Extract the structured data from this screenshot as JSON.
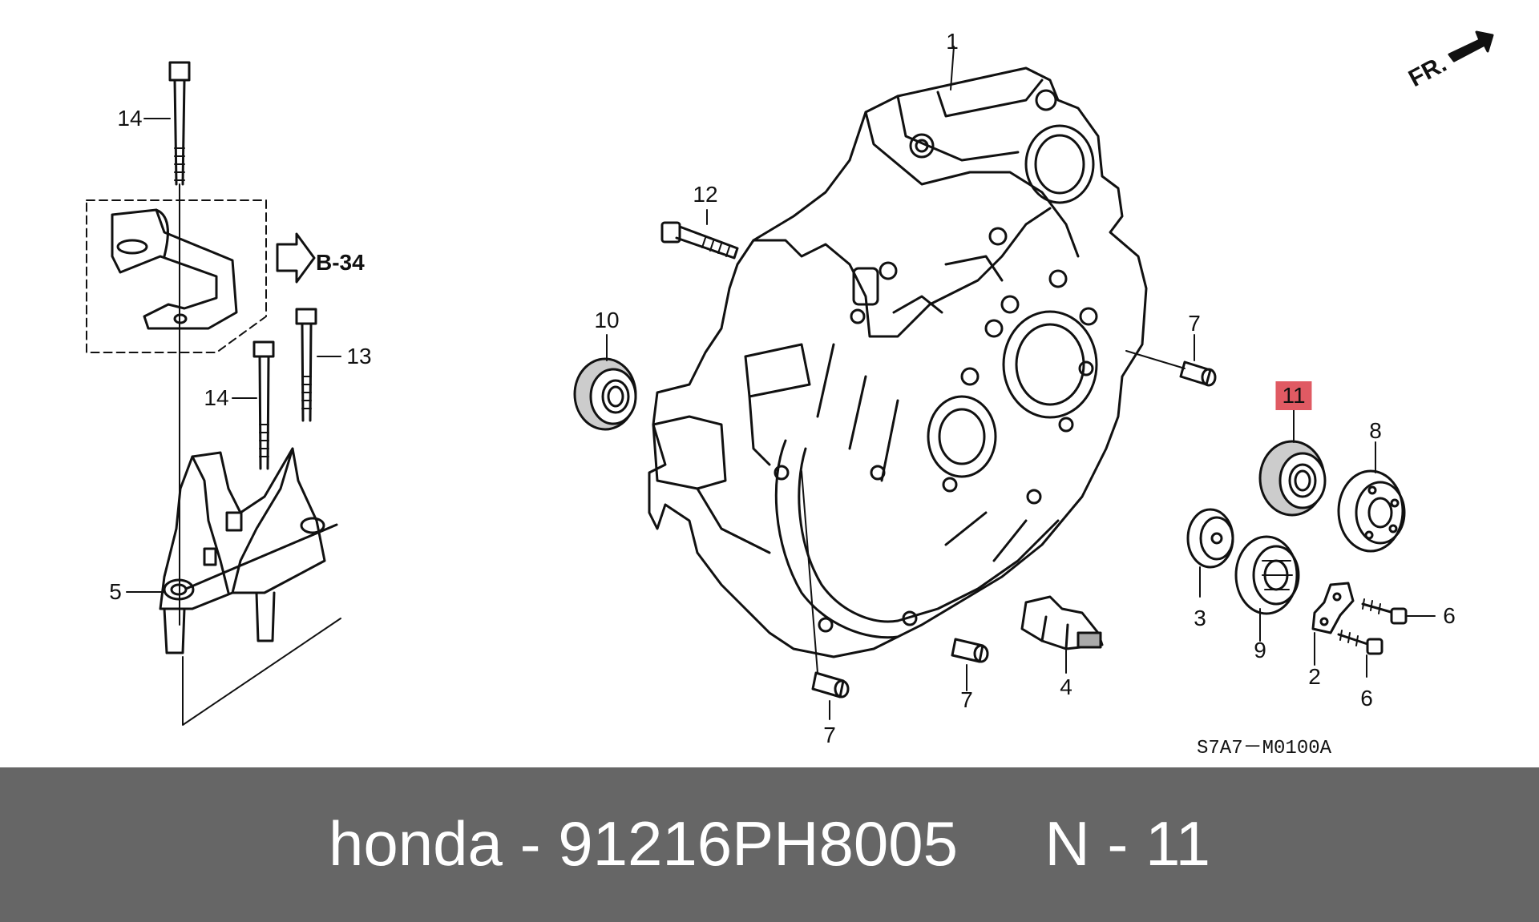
{
  "diagram": {
    "callouts": {
      "p1": "1",
      "p2": "2",
      "p3": "3",
      "p4": "4",
      "p5": "5",
      "p6a": "6",
      "p6b": "6",
      "p7a": "7",
      "p7b": "7",
      "p7c": "7",
      "p8": "8",
      "p9": "9",
      "p10": "10",
      "p11": "11",
      "p12": "12",
      "p13": "13",
      "p14a": "14",
      "p14b": "14"
    },
    "highlighted_part": "11",
    "highlight_color": "#e05a63",
    "reference": "B-34",
    "direction_label": "FR.",
    "diagram_code": "S7A7－M0100A"
  },
  "footer": {
    "text": "honda - 91216PH8005     N - 11",
    "background": "#666666",
    "text_color": "#ffffff"
  }
}
